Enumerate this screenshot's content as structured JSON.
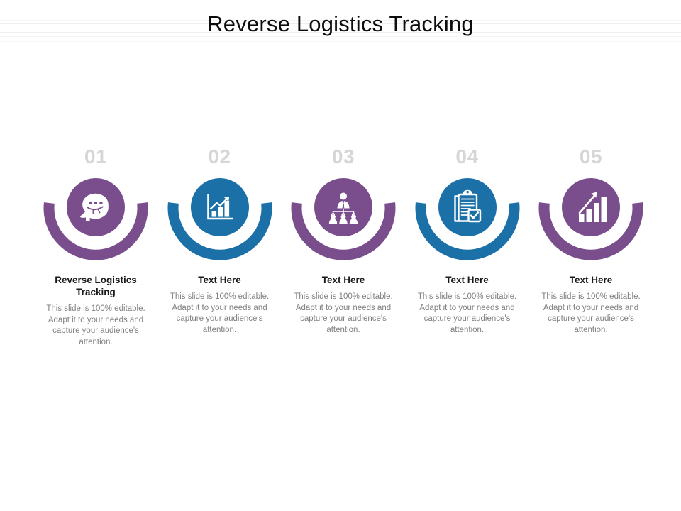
{
  "slide": {
    "title": "Reverse Logistics Tracking",
    "background": "#FFFFFF",
    "rule_color": "#F0F0F2"
  },
  "palette": {
    "purple": "#7A4E8C",
    "blue": "#1C70A8",
    "number_gray": "#D6D6D6",
    "heading": "#1A1A1A",
    "body_text": "#808080"
  },
  "steps": [
    {
      "number": "01",
      "icon": "head-brain-icon",
      "color": "#7A4E8C",
      "heading": "Reverse Logistics Tracking",
      "body": "This slide is 100% editable. Adapt it to your needs and capture your audience's attention."
    },
    {
      "number": "02",
      "icon": "bar-chart-arrow-icon",
      "color": "#1C70A8",
      "heading": "Text Here",
      "body": "This slide is 100% editable. Adapt it to your needs and capture your audience's attention."
    },
    {
      "number": "03",
      "icon": "org-chart-people-icon",
      "color": "#7A4E8C",
      "heading": "Text Here",
      "body": "This slide is 100% editable. Adapt it to your needs and capture your audience's attention."
    },
    {
      "number": "04",
      "icon": "clipboard-check-icon",
      "color": "#1C70A8",
      "heading": "Text Here",
      "body": "This slide is 100% editable. Adapt it to your needs and capture your audience's attention."
    },
    {
      "number": "05",
      "icon": "growth-bars-arrow-icon",
      "color": "#7A4E8C",
      "heading": "Text Here",
      "body": "This slide is 100% editable. Adapt it to your needs and capture your audience's attention."
    }
  ]
}
